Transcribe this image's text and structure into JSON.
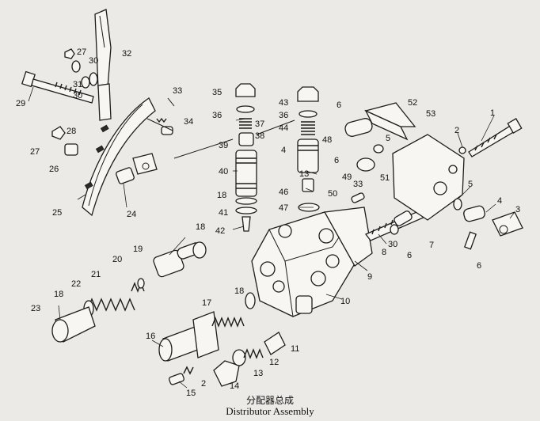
{
  "caption": {
    "chinese": "分配器总成",
    "english": "Distributor Assembly"
  },
  "callouts": [
    {
      "id": "c1",
      "n": "1"
    },
    {
      "id": "c2a",
      "n": "2"
    },
    {
      "id": "c2b",
      "n": "2"
    },
    {
      "id": "c3",
      "n": "3"
    },
    {
      "id": "c4",
      "n": "4"
    },
    {
      "id": "c4b",
      "n": "4"
    },
    {
      "id": "c5a",
      "n": "5"
    },
    {
      "id": "c5b",
      "n": "5"
    },
    {
      "id": "c6a",
      "n": "6"
    },
    {
      "id": "c6b",
      "n": "6"
    },
    {
      "id": "c6c",
      "n": "6"
    },
    {
      "id": "c6d",
      "n": "6"
    },
    {
      "id": "c7",
      "n": "7"
    },
    {
      "id": "c8",
      "n": "8"
    },
    {
      "id": "c9",
      "n": "9"
    },
    {
      "id": "c10",
      "n": "10"
    },
    {
      "id": "c11",
      "n": "11"
    },
    {
      "id": "c12",
      "n": "12"
    },
    {
      "id": "c13a",
      "n": "13"
    },
    {
      "id": "c13b",
      "n": "13"
    },
    {
      "id": "c14",
      "n": "14"
    },
    {
      "id": "c15",
      "n": "15"
    },
    {
      "id": "c16",
      "n": "16"
    },
    {
      "id": "c17",
      "n": "17"
    },
    {
      "id": "c18a",
      "n": "18"
    },
    {
      "id": "c18b",
      "n": "18"
    },
    {
      "id": "c18c",
      "n": "18"
    },
    {
      "id": "c18d",
      "n": "18"
    },
    {
      "id": "c19",
      "n": "19"
    },
    {
      "id": "c20",
      "n": "20"
    },
    {
      "id": "c21",
      "n": "21"
    },
    {
      "id": "c22",
      "n": "22"
    },
    {
      "id": "c23",
      "n": "23"
    },
    {
      "id": "c24",
      "n": "24"
    },
    {
      "id": "c25",
      "n": "25"
    },
    {
      "id": "c26",
      "n": "26"
    },
    {
      "id": "c27a",
      "n": "27"
    },
    {
      "id": "c27b",
      "n": "27"
    },
    {
      "id": "c28",
      "n": "28"
    },
    {
      "id": "c29",
      "n": "29"
    },
    {
      "id": "c30a",
      "n": "30"
    },
    {
      "id": "c30b",
      "n": "30"
    },
    {
      "id": "c30c",
      "n": "30"
    },
    {
      "id": "c31",
      "n": "31"
    },
    {
      "id": "c32",
      "n": "32"
    },
    {
      "id": "c33a",
      "n": "33"
    },
    {
      "id": "c33b",
      "n": "33"
    },
    {
      "id": "c34",
      "n": "34"
    },
    {
      "id": "c35",
      "n": "35"
    },
    {
      "id": "c36a",
      "n": "36"
    },
    {
      "id": "c36b",
      "n": "36"
    },
    {
      "id": "c37",
      "n": "37"
    },
    {
      "id": "c38",
      "n": "38"
    },
    {
      "id": "c39",
      "n": "39"
    },
    {
      "id": "c40",
      "n": "40"
    },
    {
      "id": "c41",
      "n": "41"
    },
    {
      "id": "c42",
      "n": "42"
    },
    {
      "id": "c43",
      "n": "43"
    },
    {
      "id": "c44",
      "n": "44"
    },
    {
      "id": "c46",
      "n": "46"
    },
    {
      "id": "c47",
      "n": "47"
    },
    {
      "id": "c48",
      "n": "48"
    },
    {
      "id": "c49",
      "n": "49"
    },
    {
      "id": "c50",
      "n": "50"
    },
    {
      "id": "c51",
      "n": "51"
    },
    {
      "id": "c52",
      "n": "52"
    },
    {
      "id": "c53",
      "n": "53"
    }
  ]
}
